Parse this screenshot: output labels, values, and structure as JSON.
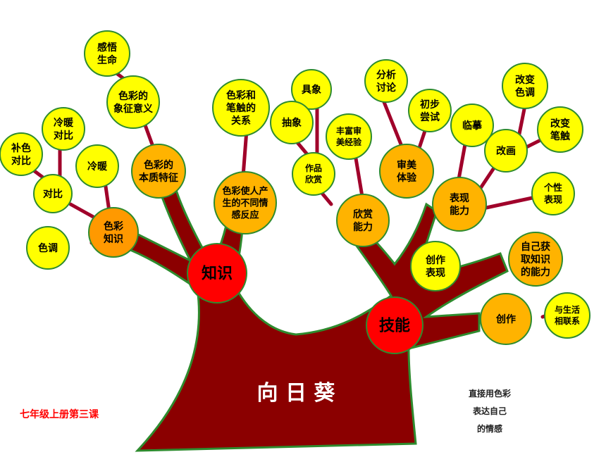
{
  "title": "向 日 葵",
  "grade": "七年级上册第三课",
  "note": [
    "直接用色彩",
    "表达自己",
    "的情感"
  ],
  "nodes": {
    "zhishi": "知识",
    "jineng": "技能",
    "secai_zhishi": "色彩\n知识",
    "secai_benzhi": "色彩的\n本质特征",
    "secai_xiangzheng": "色彩的\n象征意义",
    "ganwu": "感悟\n生命",
    "lengnuan": "冷暖",
    "lengnuan_duibi": "冷暖\n对比",
    "buse_duibi": "补色\n对比",
    "duibi": "对比",
    "sediao": "色调",
    "bichu_guanxi": "色彩和\n笔触的\n关系",
    "fanying": "色彩使人产\n生的不同情\n感反应",
    "jixiang": "具象",
    "chouxiang": "抽象",
    "zuopin_xinshang": "作品\n欣赏",
    "fengfu_jingyan": "丰富审\n美经验",
    "xinshang_nengli": "欣赏\n能力",
    "fenxi": "分析\n讨论",
    "shenmei": "审美\n体验",
    "chubu": "初步\n尝试",
    "linmo": "临摹",
    "gaibian_sediao": "改变\n色调",
    "gaibian_bichu": "改变\n笔触",
    "gaihua": "改画",
    "biaoxian_nengli": "表现\n能力",
    "gexing": "个性\n表现",
    "chuangzuo_biaoxian": "创作\n表现",
    "zijihuoqu": "自己获\n取知识\n的能力",
    "chuangzuo": "创作",
    "shenghuo": "与生活\n相联系"
  },
  "colors": {
    "trunk": "#8b0000",
    "outline": "#2e8b2e",
    "twig": "#a0002a",
    "yellow": "#ffff00",
    "orange": "#ffb300",
    "deep_orange": "#ff9900",
    "red": "#ff0000"
  }
}
